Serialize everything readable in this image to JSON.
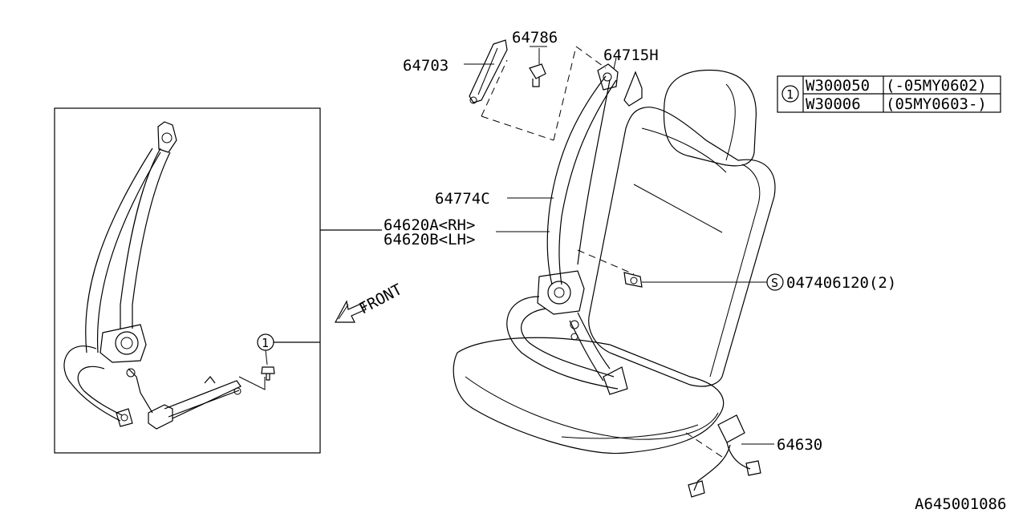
{
  "labels": {
    "p64786": "64786",
    "p64703": "64703",
    "p64715h": "64715H",
    "p64774c": "64774C",
    "p64620a": "64620A<RH>",
    "p64620b": "64620B<LH>",
    "p047406120": "047406120(2)",
    "p64630": "64630",
    "front": "FRONT",
    "diagram_id": "A645001086"
  },
  "markers": {
    "circle_1": "1",
    "s_mark": "S"
  },
  "table": {
    "key": "1",
    "rows": [
      {
        "part": "W300050",
        "range": "(-05MY0602)"
      },
      {
        "part": "W30006",
        "range": "(05MY0603-)"
      }
    ]
  }
}
